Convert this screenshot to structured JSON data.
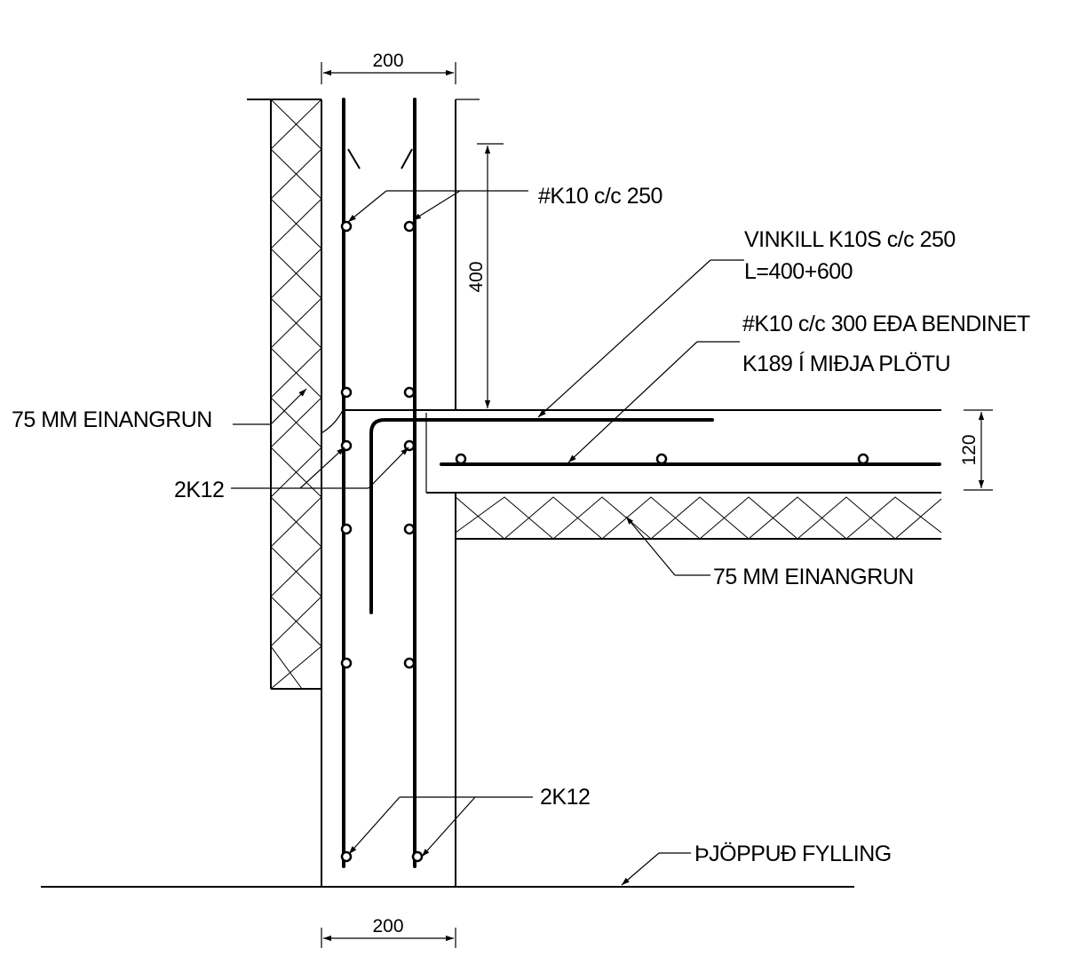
{
  "labels": {
    "rebar_wall_mesh": "#K10 c/c 250",
    "angle_bar_line1": "VINKILL K10S c/c 250",
    "angle_bar_line2": "L=400+600",
    "slab_mesh_line1": "#K10 c/c 300 EÐA BENDINET",
    "slab_mesh_line2": "K189 Í MIÐJA PLÖTU",
    "wall_insulation": "75 MM EINANGRUN",
    "corner_bars": "2K12",
    "slab_insulation": "75 MM EINANGRUN",
    "bottom_bars": "2K12",
    "fill": "ÞJÖPPUÐ FYLLING"
  },
  "dimensions": {
    "wall_top": "200",
    "wall_bottom": "200",
    "anchor_height": "400",
    "slab_thickness": "120"
  }
}
